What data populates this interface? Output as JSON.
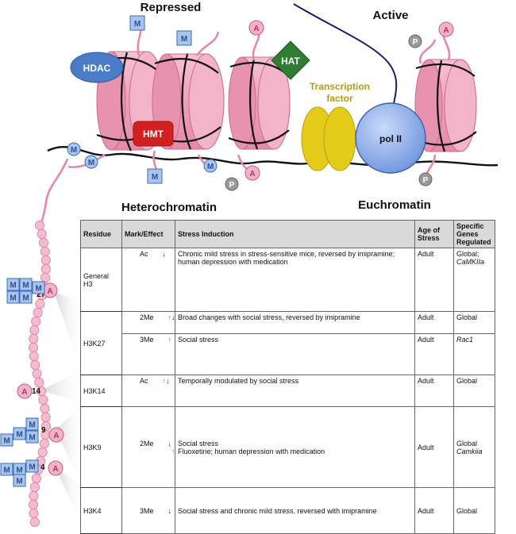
{
  "labels": {
    "repressed": "Repressed",
    "active": "Active",
    "heterochromatin": "Heterochromatin",
    "euchromatin": "Euchromatin",
    "hdac": "HDAC",
    "hat": "HAT",
    "hmt": "HMT",
    "transcription_factor_line1": "Transcription",
    "transcription_factor_line2": "factor",
    "pol2": "pol II",
    "mark_methyl": "M",
    "mark_acetyl": "A",
    "mark_phospho": "P"
  },
  "residue_numbers": [
    "27",
    "14",
    "9",
    "4"
  ],
  "colors": {
    "nucleosome": "#f0a7bf",
    "histone_tail": "#e48aa6",
    "hdac": "#4a7cc7",
    "hat": "#2e7d32",
    "hmt": "#d21f1f",
    "transcription_factor": "#e6cc1a",
    "pol2": "#8fb2ec",
    "arrow_up": "#3aa33a",
    "arrow_down": "#1f2b7a"
  },
  "table": {
    "headers": [
      "Residue",
      "Mark/Effect",
      "Stress Induction",
      "Age of Stress",
      "Specific Genes Regulated"
    ],
    "rows": [
      {
        "residue": "General H3",
        "mark": "Ac",
        "arrows": "↓",
        "stress": "Chronic mild stress in stress-sensitive mice, reversed by imipramine; human depression with medication",
        "age": "Adult",
        "genes": "Global;",
        "genes_italic": "CaMKIIa"
      },
      {
        "residue": "H3K27",
        "mark": "2Me",
        "arrows": "↑↓",
        "stress": "Broad changes with social stress, reversed by imipramine",
        "age": "Adult",
        "genes": "Global",
        "genes_italic": ""
      },
      {
        "residue": "",
        "mark": "3Me",
        "arrows": "↑",
        "stress": "Social stress",
        "age": "Adult",
        "genes": "",
        "genes_italic": "Rac1"
      },
      {
        "residue": "H3K14",
        "mark": "Ac",
        "arrows": "↑↓",
        "stress": "Temporally modulated by social stress",
        "age": "Adult",
        "genes": "Global",
        "genes_italic": ""
      },
      {
        "residue": "H3K9",
        "mark": "2Me",
        "arrows": "↓",
        "arrows2": "↑",
        "stress": "Social stress",
        "stress2": "Fluoxetine; human depression with medication",
        "age": "Adult",
        "genes": "Global",
        "genes_italic": "Camkiia"
      },
      {
        "residue": "H3K4",
        "mark": "3Me",
        "arrows": "↓",
        "stress": "Social stress and chronic mild stress, reversed with imipramine",
        "age": "Adult",
        "genes": "Global",
        "genes_italic": ""
      }
    ]
  }
}
